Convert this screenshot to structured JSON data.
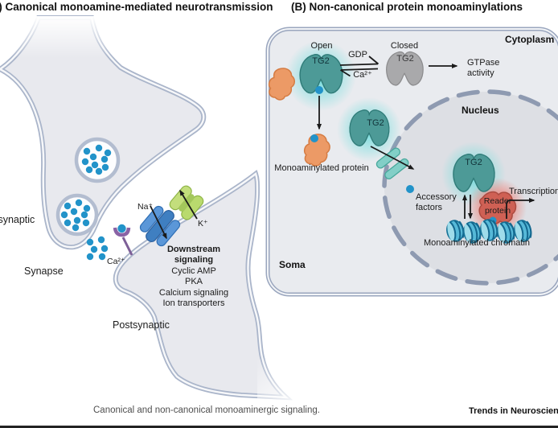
{
  "titles": {
    "panel_a": "(A) Canonical monoamine-mediated neurotransmission",
    "panel_b": "(B) Non-canonical protein monoaminylations"
  },
  "panel_a": {
    "presynaptic": "Presynaptic",
    "synapse": "Synapse",
    "postsynaptic": "Postsynaptic",
    "na": "Na⁺",
    "k": "K⁺",
    "ca": "Ca²⁺",
    "downstream": {
      "head1": "Downstream",
      "head2": "signaling",
      "items": [
        "Cyclic AMP",
        "PKA",
        "Calcium signaling",
        "Ion transporters"
      ]
    }
  },
  "panel_b": {
    "cytoplasm": "Cytoplasm",
    "nucleus": "Nucleus",
    "soma": "Soma",
    "open": "Open",
    "closed": "Closed",
    "tg2_open": "TG2",
    "tg2_closed": "TG2",
    "tg2_cytoplasm": "TG2",
    "tg2_nucleus": "TG2",
    "gdp": "GDP",
    "ca": "Ca²⁺",
    "gtpase1": "GTPase",
    "gtpase2": "activity",
    "monoaminylated_protein": "Monoaminylated protein",
    "accessory1": "Accessory",
    "accessory2": "factors",
    "reader1": "Reader",
    "reader2": "protein",
    "transcription": "Transcription",
    "monoaminylated_chromatin": "Monoaminylated chromatin"
  },
  "footer": {
    "caption": "Canonical and non-canonical monoaminergic signaling.",
    "journal": "Trends in Neuroscience"
  },
  "colors": {
    "tg2_teal": "#4d9a97",
    "tg2_glow": "#6fd9d9",
    "closed_gray": "#a9a9ab",
    "protein_orange": "#ec9a66",
    "monoamine_blue": "#2293c9",
    "reader_red": "#cf6054",
    "reader_glow": "#f2695c",
    "chromatin_blue": "#56b9d8",
    "membrane": "#aab5ca",
    "na_channel": "#3f7fc1",
    "k_channel": "#b9da6e",
    "receptor_purple": "#8a63a5",
    "cell_fill": "#e9ebef",
    "nucleus_fill": "#dddfe4"
  }
}
